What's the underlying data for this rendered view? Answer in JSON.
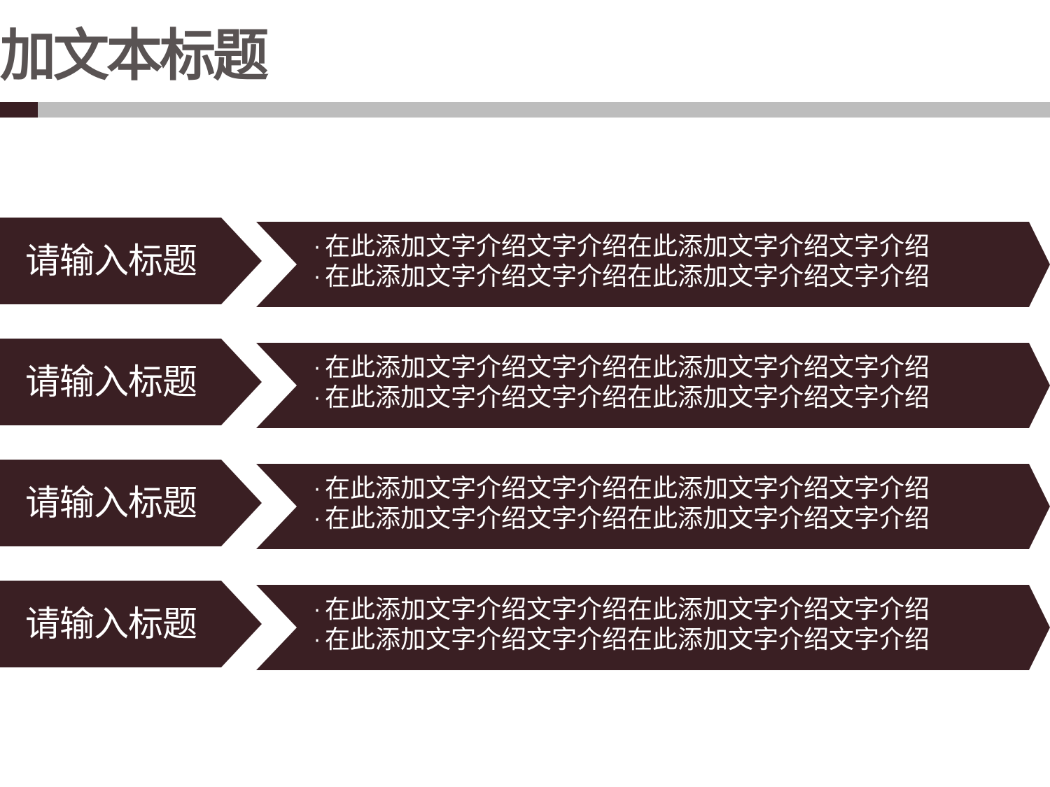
{
  "slide": {
    "title": "加文本标题",
    "colors": {
      "accent": "#3a1f23",
      "divider": "#bdbdbd",
      "title_text": "#595353",
      "row_text": "#ffffff"
    },
    "rows": [
      {
        "title": "请输入标题",
        "bullet": "·",
        "lines": [
          "在此添加文字介绍文字介绍在此添加文字介绍文字介绍",
          "在此添加文字介绍文字介绍在此添加文字介绍文字介绍"
        ]
      },
      {
        "title": "请输入标题",
        "bullet": "·",
        "lines": [
          "在此添加文字介绍文字介绍在此添加文字介绍文字介绍",
          "在此添加文字介绍文字介绍在此添加文字介绍文字介绍"
        ]
      },
      {
        "title": "请输入标题",
        "bullet": "·",
        "lines": [
          "在此添加文字介绍文字介绍在此添加文字介绍文字介绍",
          "在此添加文字介绍文字介绍在此添加文字介绍文字介绍"
        ]
      },
      {
        "title": "请输入标题",
        "bullet": "·",
        "lines": [
          "在此添加文字介绍文字介绍在此添加文字介绍文字介绍",
          "在此添加文字介绍文字介绍在此添加文字介绍文字介绍"
        ]
      }
    ]
  }
}
